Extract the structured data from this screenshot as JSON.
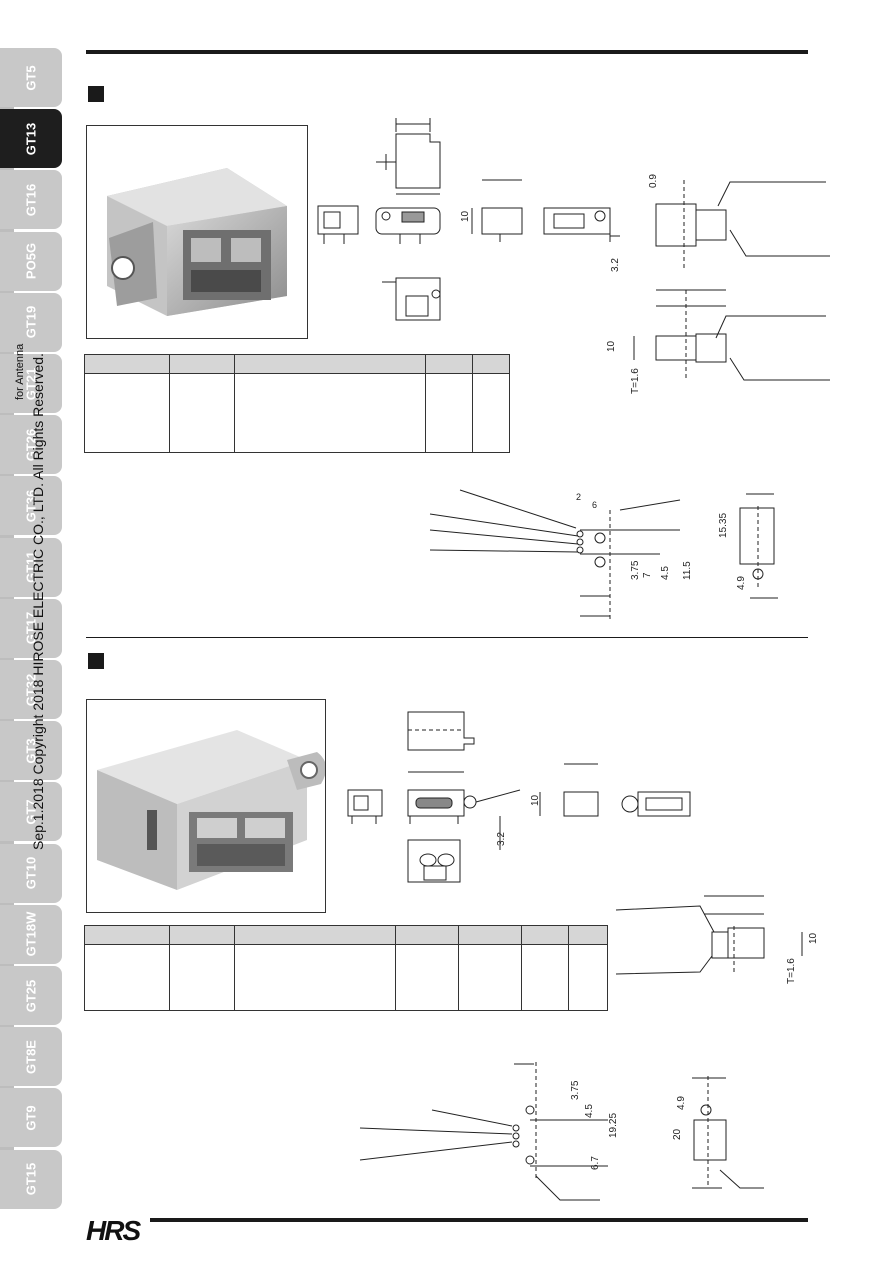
{
  "side_tabs": [
    {
      "label": "GT5",
      "active": false
    },
    {
      "label": "GT13",
      "active": true
    },
    {
      "label": "GT16",
      "active": false
    },
    {
      "label": "PO5G",
      "active": false
    },
    {
      "label": "GT19",
      "active": false
    },
    {
      "label": "GT21",
      "active": false
    },
    {
      "label": "GT26",
      "active": false
    },
    {
      "label": "GT36",
      "active": false
    },
    {
      "label": "GT11",
      "active": false
    },
    {
      "label": "GT17",
      "active": false
    },
    {
      "label": "GT32",
      "active": false
    },
    {
      "label": "GT3",
      "active": false
    },
    {
      "label": "GT7",
      "active": false
    },
    {
      "label": "GT10",
      "active": false
    },
    {
      "label": "GT18W",
      "active": false
    },
    {
      "label": "GT25",
      "active": false
    },
    {
      "label": "GT8E",
      "active": false
    },
    {
      "label": "GT9",
      "active": false
    },
    {
      "label": "GT15",
      "active": false
    }
  ],
  "copyright": "Sep.1.2018  Copyright 2018 HIROSE ELECTRIC CO., LTD. All Rights Reserved.",
  "overlap_text": "for Antenna",
  "logo": "HRS",
  "dims_top": {
    "d10a": "10",
    "d09": "0.9",
    "d32a": "3.2",
    "d10b": "10",
    "t16a": "T=1.6",
    "d2": "2",
    "d6": "6",
    "d375a": "3.75",
    "d7": "7",
    "d45a": "4.5",
    "d115": "11.5",
    "d1535": "15.35",
    "d49a": "4.9"
  },
  "dims_bottom": {
    "d10c": "10",
    "d32b": "3.2",
    "d10d": "10",
    "t16b": "T=1.6",
    "d375b": "3.75",
    "d45b": "4.5",
    "d1925": "19.25",
    "d67": "6.7",
    "d49b": "4.9",
    "d20": "20"
  },
  "icons": [
    "grounding-lug-hole-icon",
    "connector-outline-icon"
  ]
}
